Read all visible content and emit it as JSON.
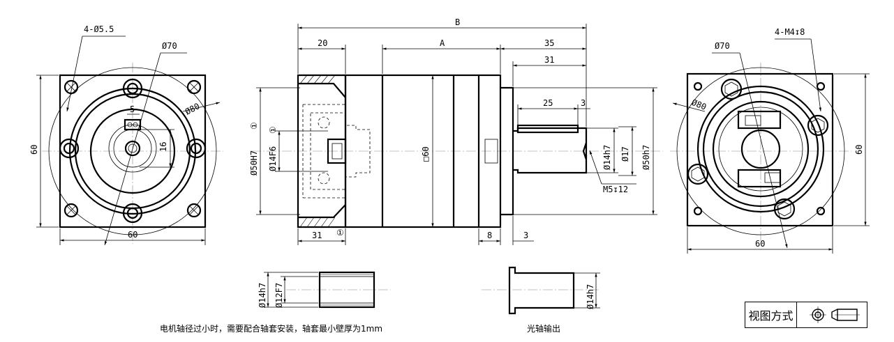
{
  "left_view": {
    "dims": {
      "holes": "4-Ø5.5",
      "pcd": "Ø70",
      "circle": "Ø80",
      "width_bottom": "60",
      "height_left": "60",
      "key_width": "5",
      "key_height": "16"
    }
  },
  "side_view": {
    "dims": {
      "overall": "B",
      "body": "A",
      "flange": "20",
      "shaft_total": "35",
      "shaft_31": "31",
      "key_len": "25",
      "key_off": "3",
      "bore_depth": "31",
      "circle1": "①",
      "flange_8": "8",
      "gap_3": "3",
      "pilot_left": "Ø50H7",
      "bore": "Ø14F6",
      "square": "□60",
      "shaft_d": "Ø14h7",
      "shoulder": "Ø17",
      "pilot_right": "Ø50h7",
      "thread": "M5↧12"
    }
  },
  "right_view": {
    "dims": {
      "pcd": "Ø70",
      "thread": "4-M4↧8",
      "circle": "Ø80",
      "width_bottom": "60",
      "height_right": "60"
    }
  },
  "sleeve": {
    "dims": {
      "outer": "Ø14h7",
      "inner": "Ø12F7"
    },
    "note": "电机轴径过小时，需要配合轴套安装，轴套最小壁厚为1mm"
  },
  "smooth_shaft": {
    "dims": {
      "d": "Ø14h7"
    },
    "note": "光轴输出"
  },
  "view_method": {
    "label": "视图方式"
  }
}
